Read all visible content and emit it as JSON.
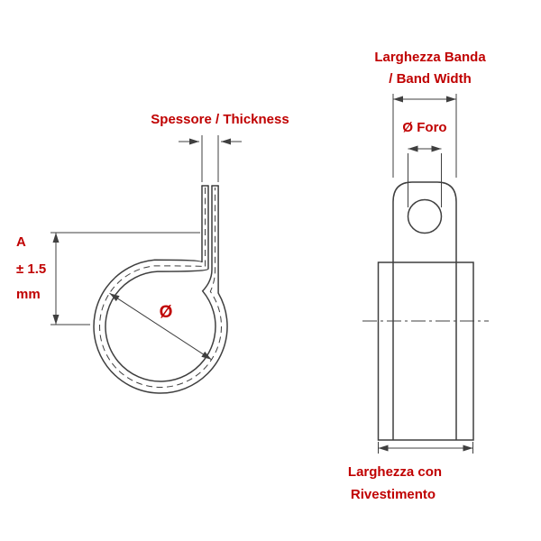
{
  "colors": {
    "label_red": "#c00000",
    "line_gray": "#3f3f3f",
    "background": "#ffffff"
  },
  "side_view": {
    "thickness_label": "Spessore / Thickness",
    "height_tolerance_label": {
      "line1": "A",
      "line2": "± 1.5",
      "line3": "mm"
    },
    "inner_diameter_label": "Ø"
  },
  "front_view": {
    "band_width_label": {
      "line1": "Larghezza Banda",
      "line2": "/ Band Width"
    },
    "hole_diameter_label": "Ø Foro",
    "coated_width_label": {
      "line1": "Larghezza con",
      "line2": "Rivestimento"
    }
  }
}
